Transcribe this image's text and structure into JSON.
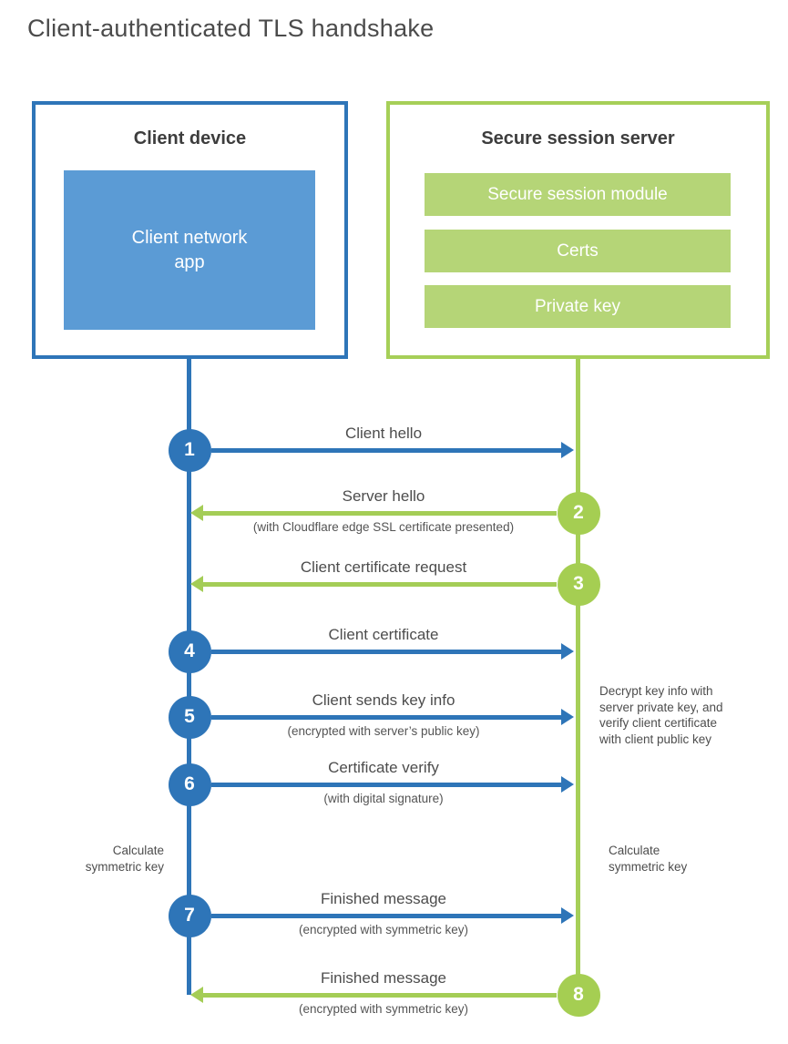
{
  "title": "Client-authenticated TLS handshake",
  "colors": {
    "client_blue": "#2e75b8",
    "client_fill_blue": "#5b9bd5",
    "server_green": "#a6cf58",
    "server_fill_green": "#b5d577",
    "heading_text": "#3d3d3d",
    "label_text": "#4d4d4d"
  },
  "client_box": {
    "title": "Client device",
    "app_label": "Client network\napp"
  },
  "server_box": {
    "title": "Secure session server",
    "modules": [
      "Secure session module",
      "Certs",
      "Private key"
    ]
  },
  "steps": [
    {
      "num": "1",
      "from": "client",
      "to": "server",
      "label": "Client hello",
      "sub": ""
    },
    {
      "num": "2",
      "from": "server",
      "to": "client",
      "label": "Server hello",
      "sub": "(with Cloudflare edge SSL certificate presented)"
    },
    {
      "num": "3",
      "from": "server",
      "to": "client",
      "label": "Client certificate request",
      "sub": ""
    },
    {
      "num": "4",
      "from": "client",
      "to": "server",
      "label": "Client certificate",
      "sub": ""
    },
    {
      "num": "5",
      "from": "client",
      "to": "server",
      "label": "Client sends key info",
      "sub": "(encrypted with server’s public key)"
    },
    {
      "num": "6",
      "from": "client",
      "to": "server",
      "label": "Certificate verify",
      "sub": "(with digital signature)"
    },
    {
      "num": "7",
      "from": "client",
      "to": "server",
      "label": "Finished message",
      "sub": "(encrypted with symmetric key)"
    },
    {
      "num": "8",
      "from": "server",
      "to": "client",
      "label": "Finished message",
      "sub": "(encrypted with symmetric key)"
    }
  ],
  "notes": {
    "decrypt": "Decrypt key info with\nserver private key, and\nverify client certificate\nwith client public key",
    "calc_left": "Calculate\nsymmetric key",
    "calc_right": "Calculate\nsymmetric key"
  }
}
